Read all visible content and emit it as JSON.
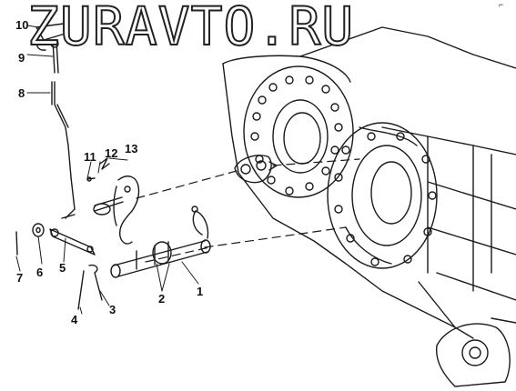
{
  "watermark": "ZURAVTO.RU",
  "corner_mark": "⌐",
  "labels": {
    "l1": "1",
    "l2": "2",
    "l3": "3",
    "l4": "4",
    "l5": "5",
    "l6": "6",
    "l7": "7",
    "l8": "8",
    "l9": "9",
    "l10": "10",
    "l11": "11",
    "l12": "12",
    "l13": "13"
  }
}
